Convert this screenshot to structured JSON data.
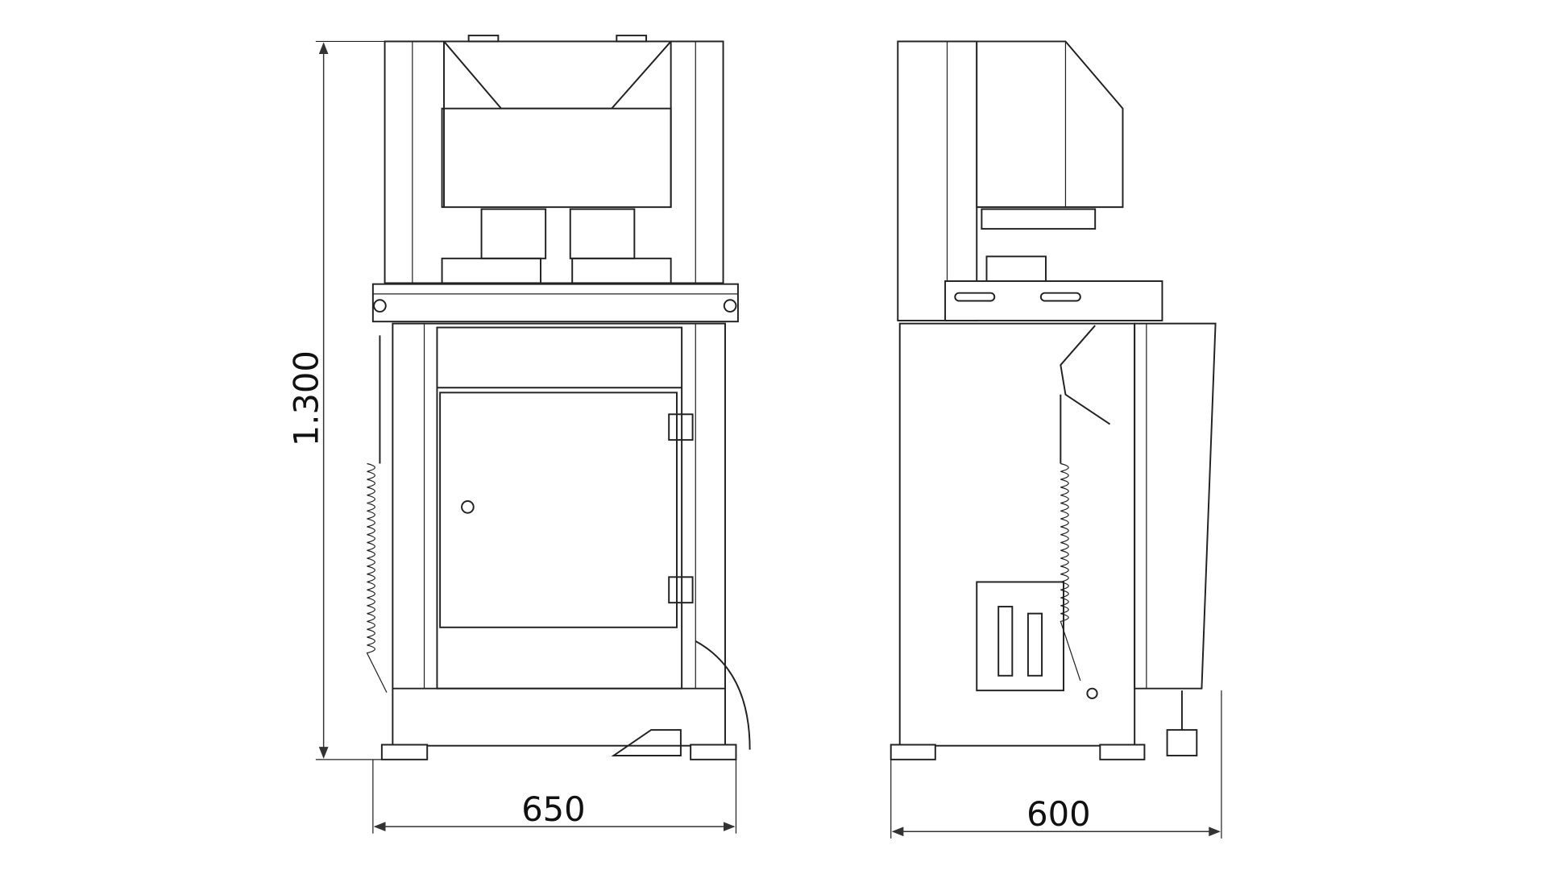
{
  "drawing": {
    "front_view": {
      "height_label": "1.300",
      "width_label": "650"
    },
    "side_view": {
      "width_label": "600"
    }
  }
}
